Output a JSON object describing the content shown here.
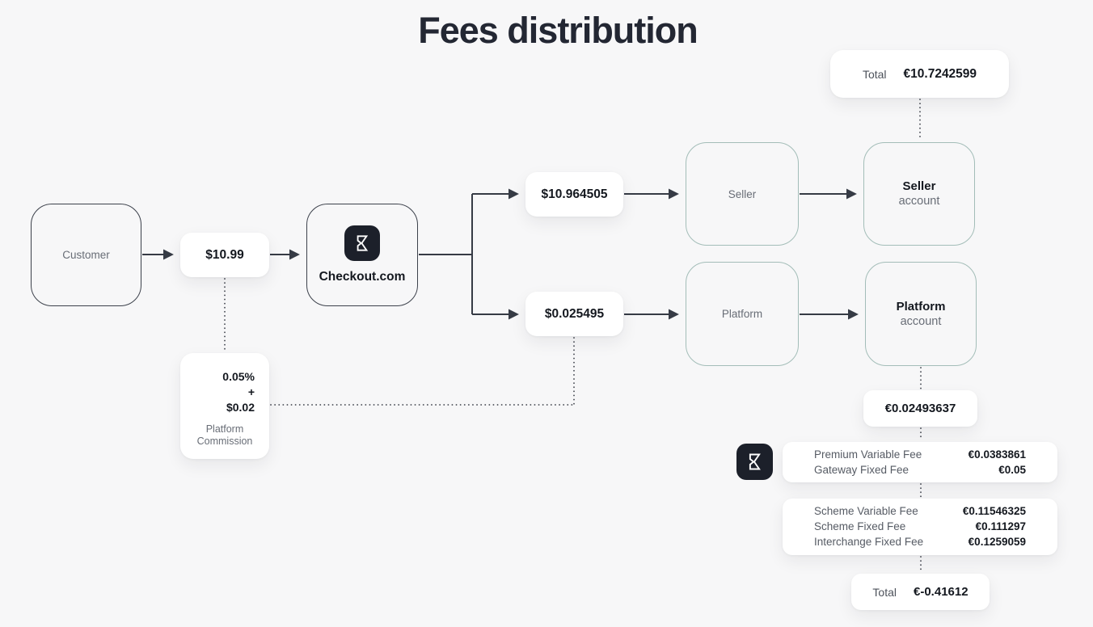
{
  "title": "Fees distribution",
  "colors": {
    "background": "#f7f7f8",
    "border_dark": "#3c414b",
    "border_teal": "#a3bdb8",
    "text_dark": "#14181f",
    "text_gray": "#686d76",
    "logo_background": "#1c202a",
    "connector": "#363b45"
  },
  "icons": {
    "checkout_logo": "checkout-logo-icon"
  },
  "nodes": {
    "customer": {
      "label": "Customer"
    },
    "payment_amount": {
      "value": "$10.99"
    },
    "checkout": {
      "label": "Checkout.com"
    },
    "seller_amount": {
      "value": "$10.964505"
    },
    "platform_amount": {
      "value": "$0.025495"
    },
    "seller": {
      "label": "Seller"
    },
    "platform": {
      "label": "Platform"
    },
    "seller_account": {
      "title": "Seller",
      "subtitle": "account"
    },
    "platform_account": {
      "title": "Platform",
      "subtitle": "account"
    },
    "commission": {
      "rate": "0.05%",
      "plus": "+",
      "fixed": "$0.02",
      "label": "Platform Commission"
    },
    "seller_total": {
      "label": "Total",
      "value": "€10.7242599"
    },
    "platform_net": {
      "value": "€0.02493637"
    },
    "gateway_fees": {
      "rows": [
        {
          "label": "Premium Variable Fee",
          "value": "€0.0383861"
        },
        {
          "label": "Gateway Fixed Fee",
          "value": "€0.05"
        }
      ]
    },
    "scheme_fees": {
      "rows": [
        {
          "label": "Scheme Variable Fee",
          "value": "€0.11546325"
        },
        {
          "label": "Scheme Fixed Fee",
          "value": "€0.111297"
        },
        {
          "label": "Interchange Fixed Fee",
          "value": "€0.1259059"
        }
      ]
    },
    "platform_total": {
      "label": "Total",
      "value": "€-0.41612"
    }
  }
}
